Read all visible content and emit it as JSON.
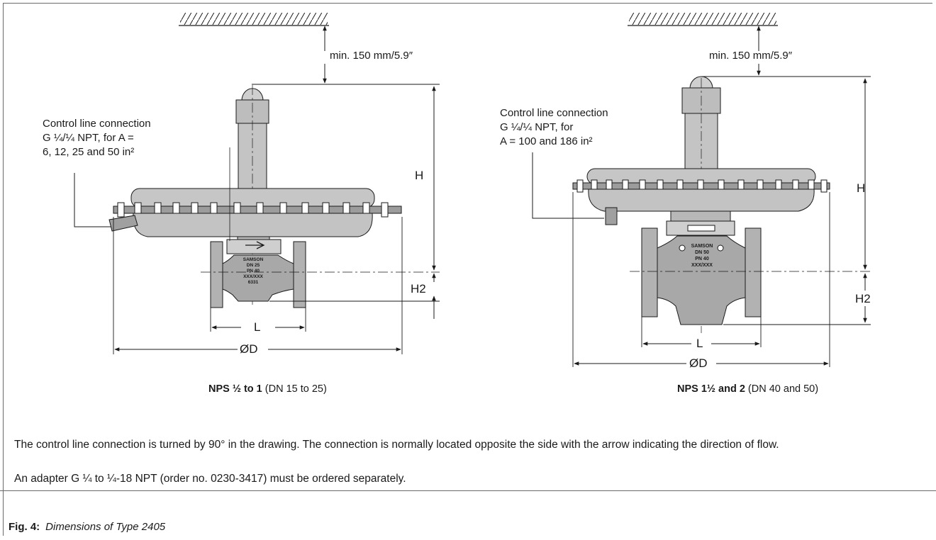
{
  "left": {
    "clearance": "min. 150 mm/5.9″",
    "control_line": [
      "Control line connection",
      "G ¼/¼ NPT, for A =",
      "6, 12, 25 and 50 in²"
    ],
    "dim_H": "H",
    "dim_H2": "H2",
    "dim_L": "L",
    "dim_D": "ØD",
    "body_marking": [
      "SAMSON",
      "DN 25",
      "PN 40",
      "XXX/XXX",
      "6331"
    ],
    "caption_bold": "NPS ½ to 1",
    "caption_rest": " (DN 15 to 25)"
  },
  "right": {
    "clearance": "min. 150 mm/5.9″",
    "control_line": [
      "Control line connection",
      "G ¼/¼ NPT, for",
      "A = 100 and 186 in²"
    ],
    "dim_H": "H",
    "dim_H2": "H2",
    "dim_L": "L",
    "dim_D": "ØD",
    "body_marking": [
      "SAMSON",
      "DN 50",
      "PN 40",
      "XXX/XXX"
    ],
    "caption_bold": "NPS 1½ and 2",
    "caption_rest": " (DN 40 and 50)"
  },
  "notes": [
    "The control line connection is turned by 90° in the drawing. The connection is normally located opposite the side with the arrow indicating the direction of flow.",
    "An adapter G ¼ to ¼-18 NPT (order no. 0230-3417) must be ordered separately."
  ],
  "figure": {
    "label": "Fig. 4:",
    "title": "Dimensions of Type 2405"
  },
  "colors": {
    "metal_light": "#d4d4d4",
    "metal_mid": "#a9a9a9",
    "metal_dark": "#6f6f6f",
    "line": "#1a1a1a",
    "frame": "#6a6a6a"
  }
}
